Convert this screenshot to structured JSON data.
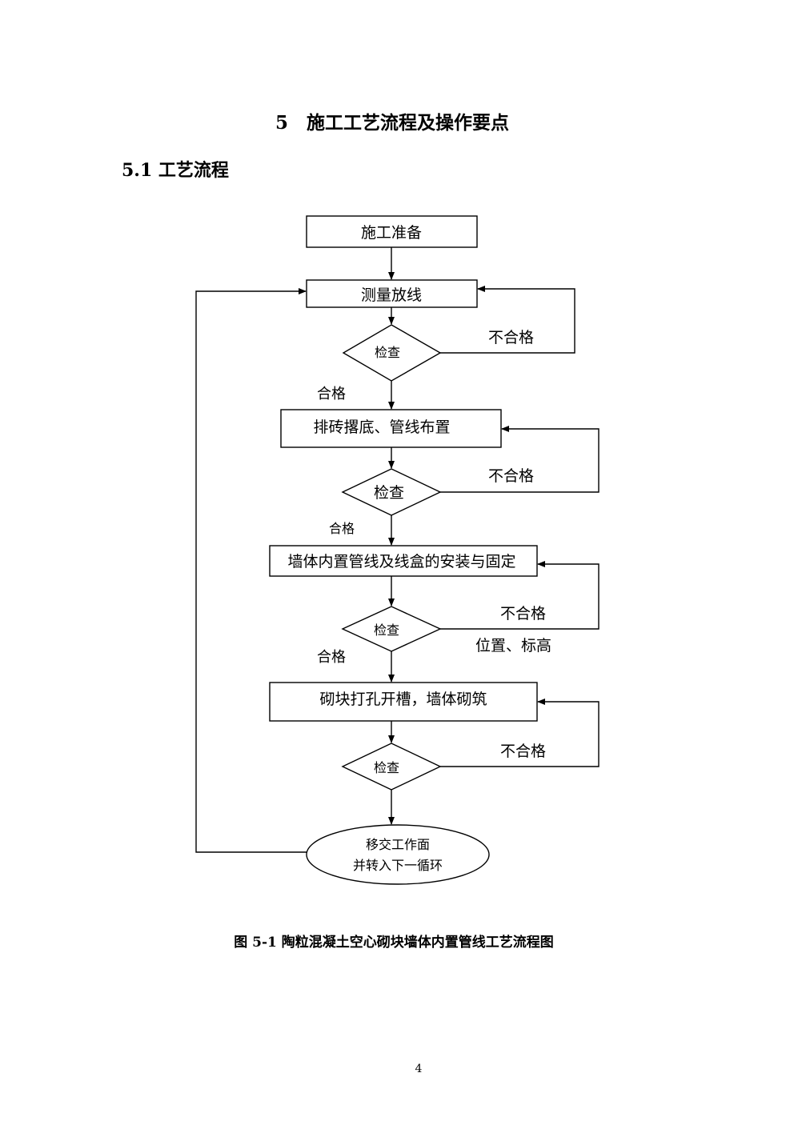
{
  "heading": {
    "section": "5　施工工艺流程及操作要点",
    "subsection": "5.1 工艺流程"
  },
  "flowchart": {
    "steps": [
      "施工准备",
      "测量放线",
      "排砖撂底、管线布置",
      "墙体内置管线及线盒的安装与固定",
      "砌块打孔开槽，墙体砌筑"
    ],
    "check_label": "检查",
    "pass_label": "合格",
    "fail_label": "不合格",
    "fail_note": "位置、标高",
    "end_line1": "移交工作面",
    "end_line2": "并转入下一循环"
  },
  "caption": "图 5-1 陶粒混凝土空心砌块墙体内置管线工艺流程图",
  "page_number": "4"
}
